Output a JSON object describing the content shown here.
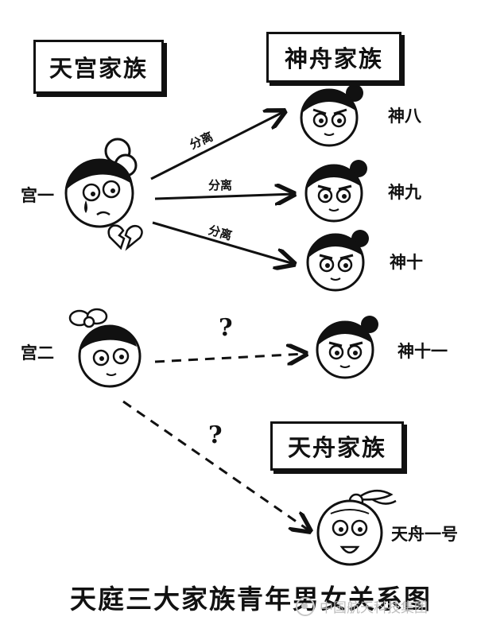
{
  "families": {
    "tiangong": "天宫家族",
    "shenzhou": "神舟家族",
    "tianzhou": "天舟家族"
  },
  "nodes": {
    "gong1": "宫一",
    "gong2": "宫二",
    "shen8": "神八",
    "shen9": "神九",
    "shen10": "神十",
    "shen11": "神十一",
    "tianzhou1": "天舟一号"
  },
  "edges": {
    "sep1": "分离",
    "sep2": "分离",
    "sep3": "分离",
    "q1": "?",
    "q2": "?"
  },
  "caption": "天庭三大家族青年男女关系图",
  "watermark": "中国航天科技集团",
  "icons": {
    "broken_heart": "broken-heart-icon",
    "watermark_logo": "wechat-logo-icon"
  }
}
